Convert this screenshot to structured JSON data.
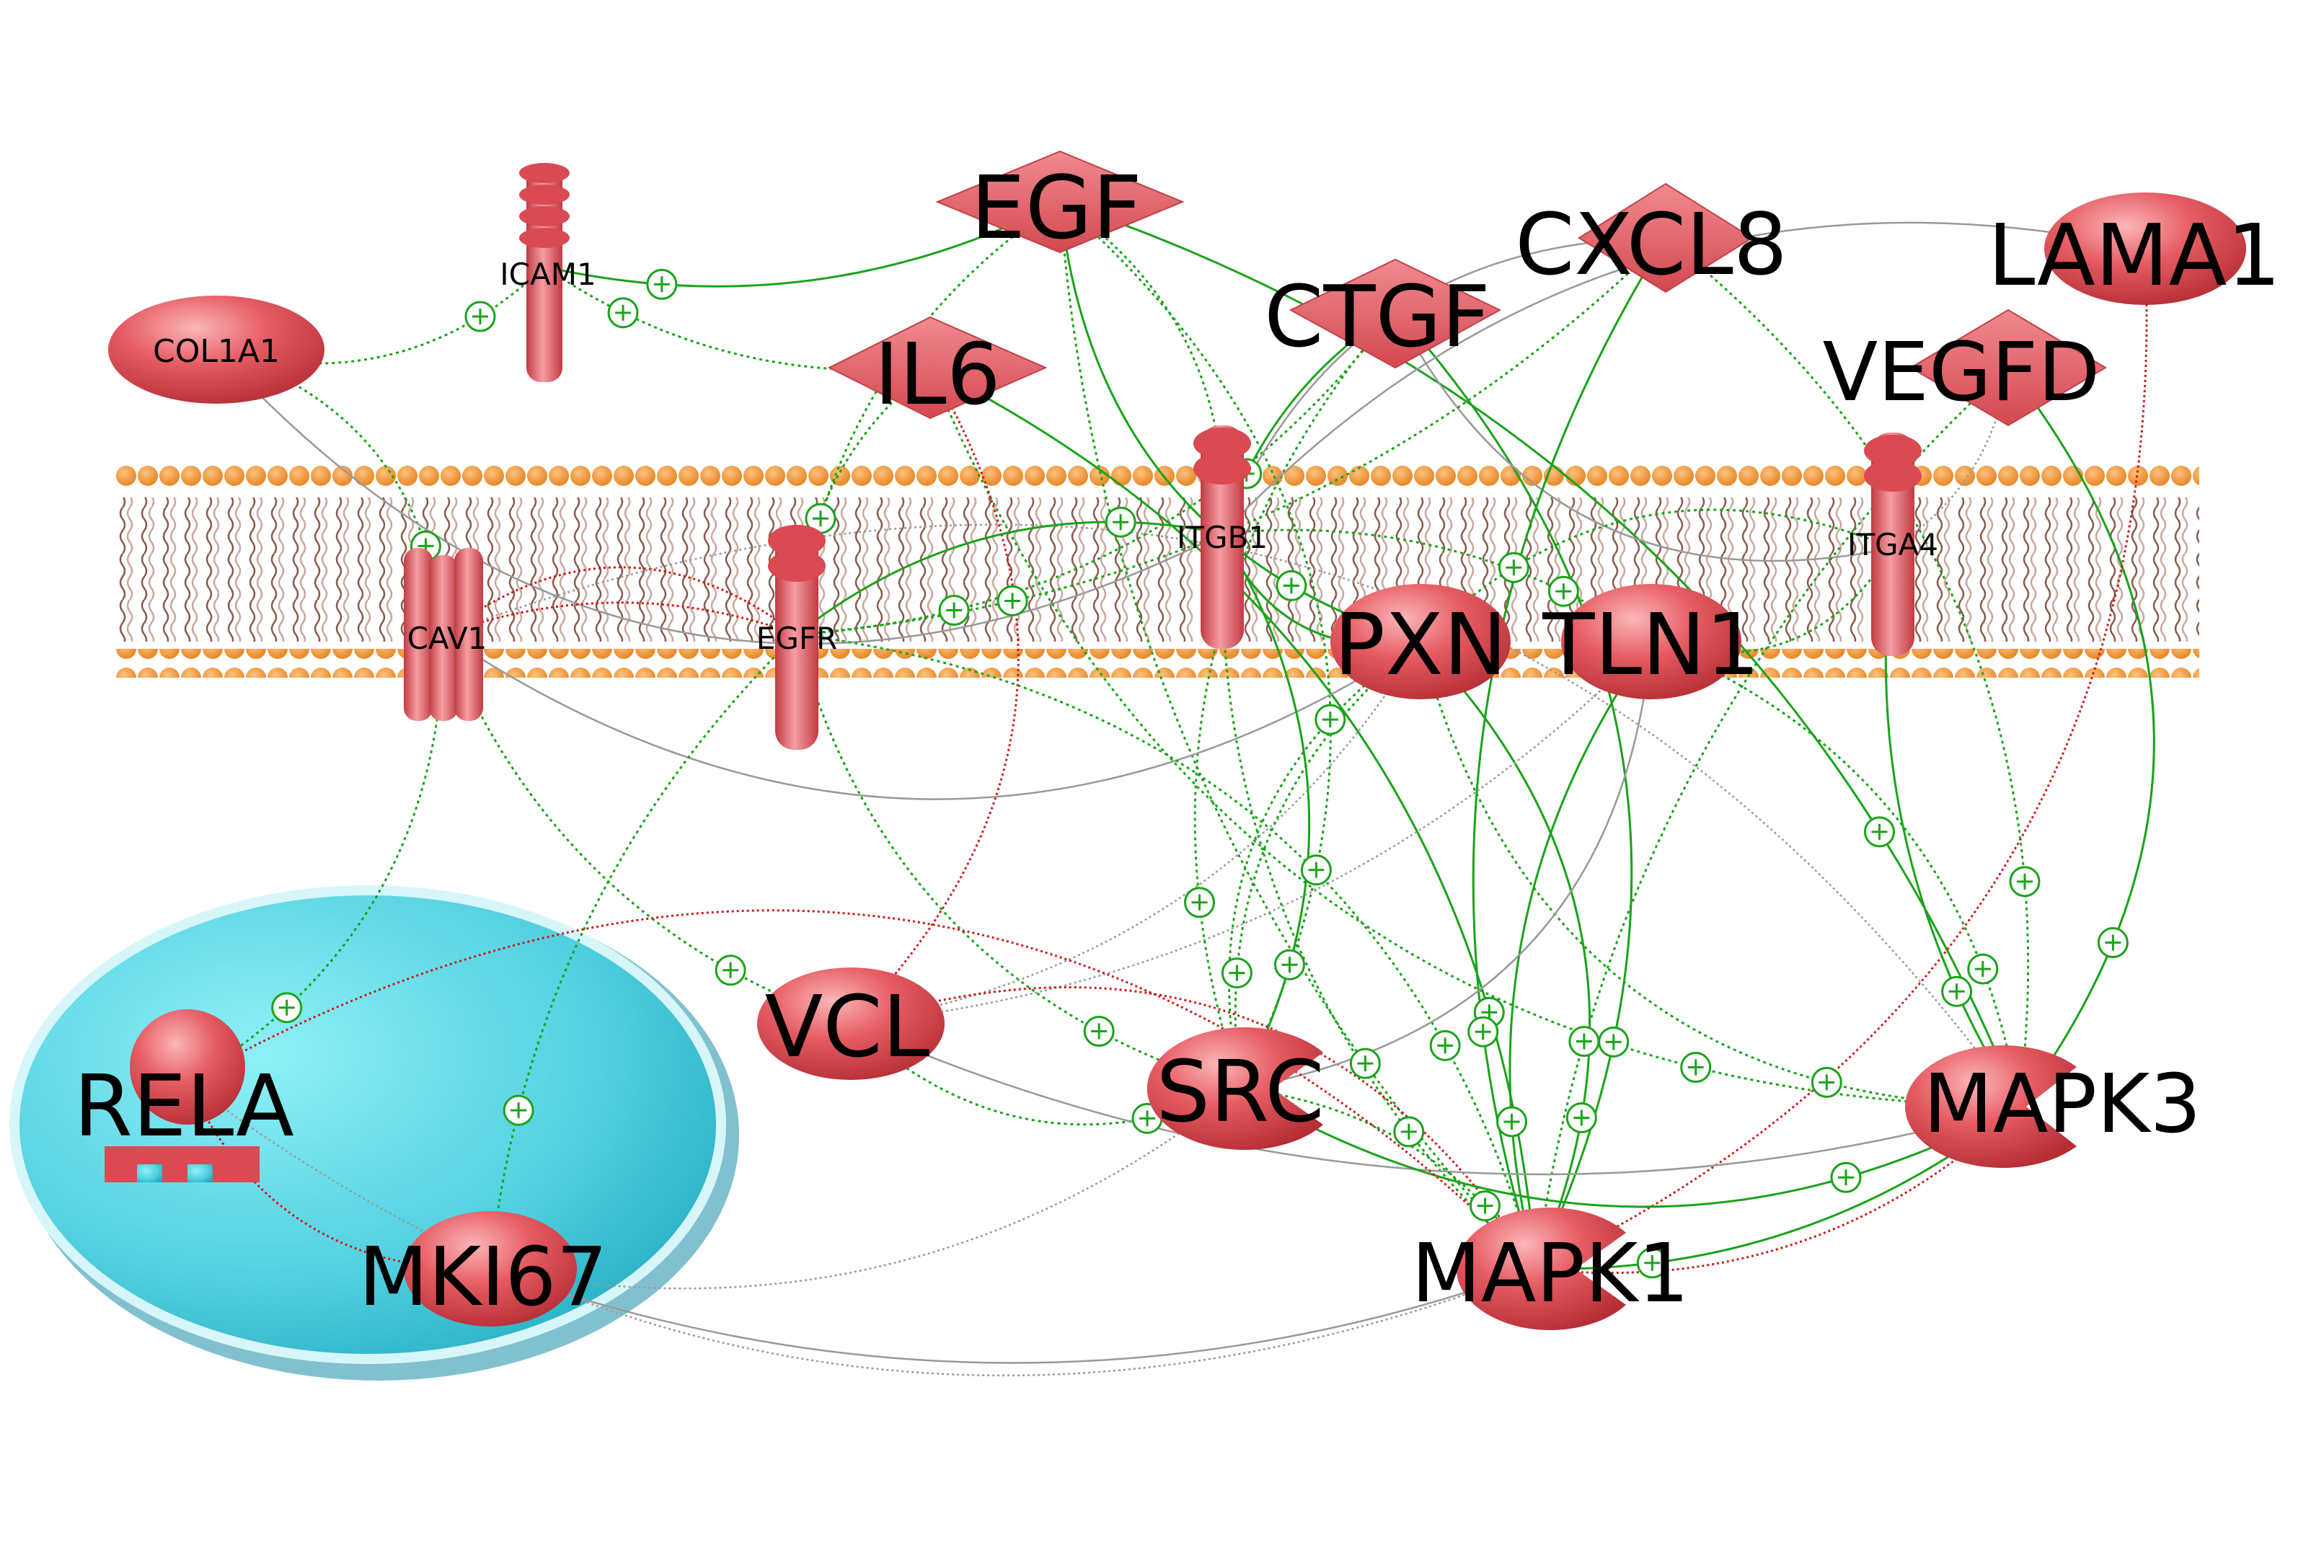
{
  "colors": {
    "node_fill": "#e0555c",
    "node_highlight": "#f7a9ad",
    "node_shadow": "#b32c33",
    "membrane_head": "#f39a3c",
    "membrane_head_light": "#fcc27e",
    "membrane_tail": "#8a5a4e",
    "nucleus": "#5fd8e6",
    "nucleus_dark": "#1aa5bb",
    "activation": "#1aa31a",
    "inhibition": "#cc1a1a",
    "neutral": "#999999"
  },
  "nodes": {
    "egf": {
      "label": "EGF",
      "shape": "diamond"
    },
    "cxcl8": {
      "label": "CXCL8",
      "shape": "diamond"
    },
    "lama1": {
      "label": "LAMA1",
      "shape": "ellipse"
    },
    "ctgf": {
      "label": "CTGF",
      "shape": "diamond"
    },
    "il6": {
      "label": "IL6",
      "shape": "diamond"
    },
    "vegfd": {
      "label": "VEGFD",
      "shape": "diamond"
    },
    "icam1": {
      "label": "ICAM1",
      "shape": "receptor"
    },
    "col1a1": {
      "label": "COL1A1",
      "shape": "ellipse"
    },
    "itgb1": {
      "label": "ITGB1",
      "shape": "receptor"
    },
    "itga4": {
      "label": "ITGA4",
      "shape": "receptor"
    },
    "cav1": {
      "label": "CAV1",
      "shape": "channel"
    },
    "egfr": {
      "label": "EGFR",
      "shape": "receptor"
    },
    "pxn": {
      "label": "PXN",
      "shape": "ellipse"
    },
    "tln1": {
      "label": "TLN1",
      "shape": "ellipse"
    },
    "vcl": {
      "label": "VCL",
      "shape": "ellipse"
    },
    "src": {
      "label": "SRC",
      "shape": "kinase"
    },
    "mapk3": {
      "label": "MAPK3",
      "shape": "kinase"
    },
    "mapk1": {
      "label": "MAPK1",
      "shape": "kinase"
    },
    "rela": {
      "label": "RELA",
      "shape": "transcription-factor"
    },
    "mki67": {
      "label": "MKI67",
      "shape": "ellipse"
    }
  },
  "edges": [
    {
      "from": "egf",
      "to": "icam1",
      "type": "activation"
    },
    {
      "from": "egf",
      "to": "egfr",
      "type": "activation"
    },
    {
      "from": "egf",
      "to": "itgb1",
      "type": "activation"
    },
    {
      "from": "egf",
      "to": "pxn",
      "type": "activation"
    },
    {
      "from": "egf",
      "to": "src",
      "type": "activation"
    },
    {
      "from": "egf",
      "to": "mapk1",
      "type": "activation"
    },
    {
      "from": "egf",
      "to": "mapk3",
      "type": "activation"
    },
    {
      "from": "col1a1",
      "to": "icam1",
      "type": "activation"
    },
    {
      "from": "col1a1",
      "to": "cav1",
      "type": "activation"
    },
    {
      "from": "col1a1",
      "to": "itgb1",
      "type": "neutral"
    },
    {
      "from": "il6",
      "to": "icam1",
      "type": "activation"
    },
    {
      "from": "il6",
      "to": "egfr",
      "type": "activation"
    },
    {
      "from": "il6",
      "to": "mapk1",
      "type": "activation"
    },
    {
      "from": "il6",
      "to": "mapk3",
      "type": "activation"
    },
    {
      "from": "il6",
      "to": "vcl",
      "type": "inhibition"
    },
    {
      "from": "ctgf",
      "to": "itgb1",
      "type": "activation"
    },
    {
      "from": "ctgf",
      "to": "egfr",
      "type": "activation"
    },
    {
      "from": "ctgf",
      "to": "src",
      "type": "activation"
    },
    {
      "from": "ctgf",
      "to": "mapk1",
      "type": "activation"
    },
    {
      "from": "ctgf",
      "to": "itga4",
      "type": "neutral"
    },
    {
      "from": "cxcl8",
      "to": "egfr",
      "type": "activation"
    },
    {
      "from": "cxcl8",
      "to": "mapk1",
      "type": "activation"
    },
    {
      "from": "cxcl8",
      "to": "mapk3",
      "type": "activation"
    },
    {
      "from": "cxcl8",
      "to": "itgb1",
      "type": "neutral"
    },
    {
      "from": "vegfd",
      "to": "mapk3",
      "type": "activation"
    },
    {
      "from": "vegfd",
      "to": "mapk1",
      "type": "activation"
    },
    {
      "from": "vegfd",
      "to": "itga4",
      "type": "neutral"
    },
    {
      "from": "lama1",
      "to": "itgb1",
      "type": "neutral"
    },
    {
      "from": "lama1",
      "to": "mapk1",
      "type": "inhibition"
    },
    {
      "from": "egfr",
      "to": "cav1",
      "type": "inhibition"
    },
    {
      "from": "cav1",
      "to": "egfr",
      "type": "inhibition"
    },
    {
      "from": "cav1",
      "to": "vcl",
      "type": "activation"
    },
    {
      "from": "cav1",
      "to": "rela",
      "type": "activation"
    },
    {
      "from": "cav1",
      "to": "pxn",
      "type": "neutral"
    },
    {
      "from": "cav1",
      "to": "mapk3",
      "type": "neutral"
    },
    {
      "from": "egfr",
      "to": "mki67",
      "type": "activation"
    },
    {
      "from": "egfr",
      "to": "itgb1",
      "type": "activation"
    },
    {
      "from": "egfr",
      "to": "src",
      "type": "activation"
    },
    {
      "from": "egfr",
      "to": "mapk1",
      "type": "activation"
    },
    {
      "from": "itgb1",
      "to": "pxn",
      "type": "activation"
    },
    {
      "from": "itgb1",
      "to": "tln1",
      "type": "activation"
    },
    {
      "from": "itgb1",
      "to": "mapk1",
      "type": "activation"
    },
    {
      "from": "itgb1",
      "to": "src",
      "type": "activation"
    },
    {
      "from": "itga4",
      "to": "pxn",
      "type": "activation"
    },
    {
      "from": "itga4",
      "to": "tln1",
      "type": "activation"
    },
    {
      "from": "itga4",
      "to": "mapk3",
      "type": "activation"
    },
    {
      "from": "pxn",
      "to": "vcl",
      "type": "neutral"
    },
    {
      "from": "pxn",
      "to": "src",
      "type": "activation"
    },
    {
      "from": "pxn",
      "to": "mapk1",
      "type": "activation"
    },
    {
      "from": "pxn",
      "to": "mapk3",
      "type": "activation"
    },
    {
      "from": "tln1",
      "to": "vcl",
      "type": "neutral"
    },
    {
      "from": "tln1",
      "to": "mapk1",
      "type": "activation"
    },
    {
      "from": "tln1",
      "to": "mapk3",
      "type": "activation"
    },
    {
      "from": "vcl",
      "to": "src",
      "type": "activation"
    },
    {
      "from": "vcl",
      "to": "mapk1",
      "type": "inhibition"
    },
    {
      "from": "vcl",
      "to": "mapk3",
      "type": "neutral"
    },
    {
      "from": "src",
      "to": "mapk1",
      "type": "activation"
    },
    {
      "from": "src",
      "to": "mapk3",
      "type": "activation"
    },
    {
      "from": "src",
      "to": "pxn",
      "type": "activation"
    },
    {
      "from": "src",
      "to": "tln1",
      "type": "neutral"
    },
    {
      "from": "mapk3",
      "to": "mapk1",
      "type": "activation"
    },
    {
      "from": "mapk1",
      "to": "mapk3",
      "type": "inhibition"
    },
    {
      "from": "mapk1",
      "to": "rela",
      "type": "neutral"
    },
    {
      "from": "rela",
      "to": "mki67",
      "type": "inhibition"
    },
    {
      "from": "rela",
      "to": "mapk1",
      "type": "inhibition"
    },
    {
      "from": "mki67",
      "to": "mapk1",
      "type": "neutral"
    },
    {
      "from": "src",
      "to": "mki67",
      "type": "neutral"
    }
  ]
}
